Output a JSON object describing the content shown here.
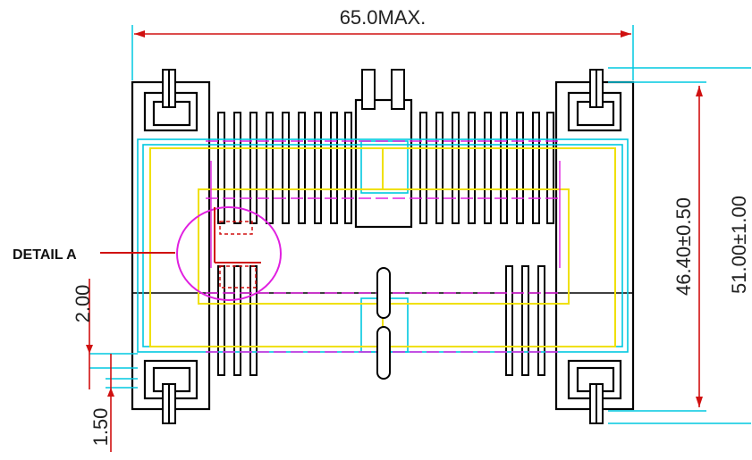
{
  "drawing": {
    "dimensions": {
      "overall_width": "65.0MAX.",
      "inner_height": "46.40±0.50",
      "outer_height": "51.00±1.00",
      "pin_offset": "2.00",
      "pin_pitch": "1.50"
    },
    "callout": {
      "detail_label": "DETAIL A"
    },
    "colors": {
      "outline": "#000000",
      "dimension": "#d01010",
      "cyan": "#00c8e0",
      "yellow": "#f0e000",
      "magenta": "#e020e0"
    }
  }
}
